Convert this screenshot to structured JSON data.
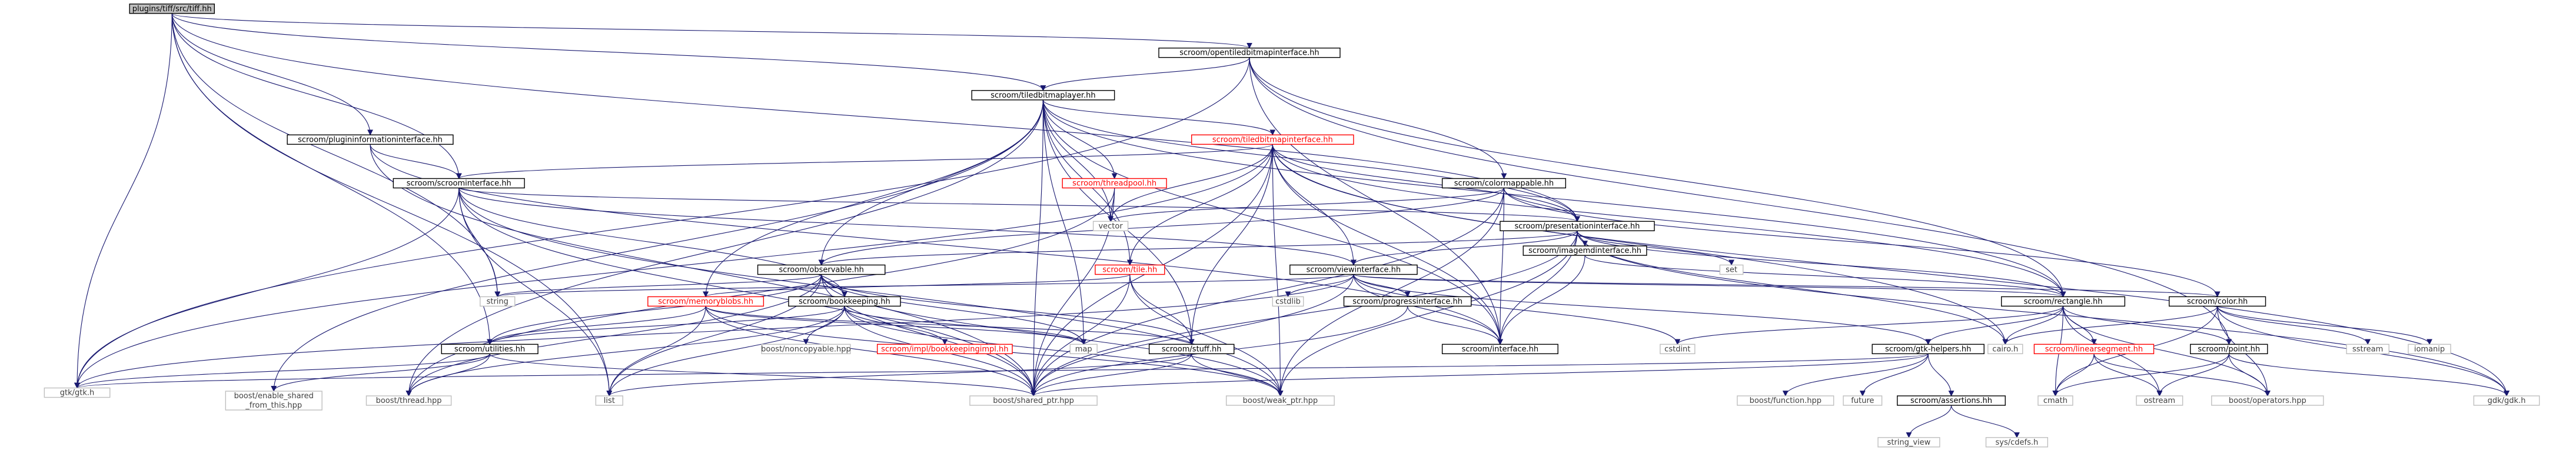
{
  "diagram": {
    "type": "include-dependency-graph",
    "colors": {
      "edge": "#191970",
      "root_fill": "#bfbfbf",
      "documented_border": "#000000",
      "undocumented_border": "#ff0000",
      "system_border": "#bfbfbf",
      "system_text": "#404040",
      "node_fill": "#ffffff"
    },
    "nodes": [
      {
        "id": "n0",
        "label": "plugins/tiff/src/tiff.hh",
        "kind": "root"
      },
      {
        "id": "n1",
        "label": "scroom/opentiledbitmapinterface.hh",
        "kind": "doc"
      },
      {
        "id": "n2",
        "label": "scroom/tiledbitmaplayer.hh",
        "kind": "doc"
      },
      {
        "id": "n3",
        "label": "scroom/plugininformationinterface.hh",
        "kind": "doc"
      },
      {
        "id": "n4",
        "label": "scroom/tiledbitmapinterface.hh",
        "kind": "undoc"
      },
      {
        "id": "n5",
        "label": "scroom/scroominterface.hh",
        "kind": "doc"
      },
      {
        "id": "n6",
        "label": "scroom/threadpool.hh",
        "kind": "undoc"
      },
      {
        "id": "n7",
        "label": "scroom/colormappable.hh",
        "kind": "doc"
      },
      {
        "id": "n8",
        "label": "vector",
        "kind": "sys"
      },
      {
        "id": "n9",
        "label": "scroom/presentationinterface.hh",
        "kind": "doc"
      },
      {
        "id": "n10",
        "label": "scroom/observable.hh",
        "kind": "doc"
      },
      {
        "id": "n11",
        "label": "scroom/tile.hh",
        "kind": "undoc"
      },
      {
        "id": "n12",
        "label": "scroom/viewinterface.hh",
        "kind": "doc"
      },
      {
        "id": "n13",
        "label": "scroom/imagemdinterface.hh",
        "kind": "doc"
      },
      {
        "id": "n14",
        "label": "set",
        "kind": "sys"
      },
      {
        "id": "n15",
        "label": "string",
        "kind": "sys"
      },
      {
        "id": "n16",
        "label": "scroom/memoryblobs.hh",
        "kind": "undoc"
      },
      {
        "id": "n17",
        "label": "scroom/bookkeeping.hh",
        "kind": "doc"
      },
      {
        "id": "n18",
        "label": "cstdlib",
        "kind": "sys"
      },
      {
        "id": "n19",
        "label": "scroom/progressinterface.hh",
        "kind": "doc"
      },
      {
        "id": "n20",
        "label": "scroom/rectangle.hh",
        "kind": "doc"
      },
      {
        "id": "n21",
        "label": "scroom/color.hh",
        "kind": "doc"
      },
      {
        "id": "n22",
        "label": "scroom/utilities.hh",
        "kind": "doc"
      },
      {
        "id": "n23",
        "label": "boost/noncopyable.hpp",
        "kind": "sys"
      },
      {
        "id": "n24",
        "label": "scroom/impl/bookkeepingimpl.hh",
        "kind": "undoc"
      },
      {
        "id": "n25",
        "label": "map",
        "kind": "sys"
      },
      {
        "id": "n26",
        "label": "scroom/stuff.hh",
        "kind": "doc"
      },
      {
        "id": "n27",
        "label": "scroom/interface.hh",
        "kind": "doc"
      },
      {
        "id": "n28",
        "label": "cstdint",
        "kind": "sys"
      },
      {
        "id": "n29",
        "label": "scroom/gtk-helpers.hh",
        "kind": "doc"
      },
      {
        "id": "n30",
        "label": "scroom/linearsegment.hh",
        "kind": "undoc"
      },
      {
        "id": "n31",
        "label": "scroom/point.hh",
        "kind": "doc"
      },
      {
        "id": "n32",
        "label": "cairo.h",
        "kind": "sys"
      },
      {
        "id": "n33",
        "label": "sstream",
        "kind": "sys"
      },
      {
        "id": "n34",
        "label": "iomanip",
        "kind": "sys"
      },
      {
        "id": "n35",
        "label": "gtk/gtk.h",
        "kind": "sys"
      },
      {
        "id": "n36",
        "label": "boost/enable_shared\n_from_this.hpp",
        "kind": "sys"
      },
      {
        "id": "n37",
        "label": "boost/thread.hpp",
        "kind": "sys"
      },
      {
        "id": "n38",
        "label": "list",
        "kind": "sys"
      },
      {
        "id": "n39",
        "label": "boost/shared_ptr.hpp",
        "kind": "sys"
      },
      {
        "id": "n40",
        "label": "boost/weak_ptr.hpp",
        "kind": "sys"
      },
      {
        "id": "n41",
        "label": "boost/function.hpp",
        "kind": "sys"
      },
      {
        "id": "n42",
        "label": "future",
        "kind": "sys"
      },
      {
        "id": "n43",
        "label": "scroom/assertions.hh",
        "kind": "doc"
      },
      {
        "id": "n44",
        "label": "cmath",
        "kind": "sys"
      },
      {
        "id": "n45",
        "label": "ostream",
        "kind": "sys"
      },
      {
        "id": "n46",
        "label": "boost/operators.hpp",
        "kind": "sys"
      },
      {
        "id": "n47",
        "label": "gdk/gdk.h",
        "kind": "sys"
      },
      {
        "id": "n48",
        "label": "string_view",
        "kind": "sys"
      },
      {
        "id": "n49",
        "label": "sys/cdefs.h",
        "kind": "sys"
      }
    ],
    "edges": [
      [
        "n0",
        "n1"
      ],
      [
        "n0",
        "n2"
      ],
      [
        "n0",
        "n3"
      ],
      [
        "n0",
        "n5"
      ],
      [
        "n0",
        "n15"
      ],
      [
        "n0",
        "n22"
      ],
      [
        "n0",
        "n35"
      ],
      [
        "n0",
        "n38"
      ],
      [
        "n0",
        "n9"
      ],
      [
        "n1",
        "n2"
      ],
      [
        "n1",
        "n7"
      ],
      [
        "n1",
        "n20"
      ],
      [
        "n1",
        "n27"
      ],
      [
        "n1",
        "n31"
      ],
      [
        "n1",
        "n35"
      ],
      [
        "n2",
        "n4"
      ],
      [
        "n2",
        "n6"
      ],
      [
        "n2",
        "n8"
      ],
      [
        "n2",
        "n10"
      ],
      [
        "n2",
        "n11"
      ],
      [
        "n2",
        "n16"
      ],
      [
        "n2",
        "n25"
      ],
      [
        "n2",
        "n26"
      ],
      [
        "n2",
        "n27"
      ],
      [
        "n2",
        "n9"
      ],
      [
        "n2",
        "n20"
      ],
      [
        "n2",
        "n36"
      ],
      [
        "n2",
        "n37"
      ],
      [
        "n2",
        "n39"
      ],
      [
        "n3",
        "n5"
      ],
      [
        "n3",
        "n27"
      ],
      [
        "n3",
        "n39"
      ],
      [
        "n4",
        "n5"
      ],
      [
        "n4",
        "n8"
      ],
      [
        "n4",
        "n9"
      ],
      [
        "n4",
        "n11"
      ],
      [
        "n4",
        "n12"
      ],
      [
        "n4",
        "n20"
      ],
      [
        "n4",
        "n26"
      ],
      [
        "n4",
        "n27"
      ],
      [
        "n4",
        "n39"
      ],
      [
        "n4",
        "n40"
      ],
      [
        "n4",
        "n32"
      ],
      [
        "n4",
        "n47"
      ],
      [
        "n4",
        "n35"
      ],
      [
        "n5",
        "n9"
      ],
      [
        "n5",
        "n12"
      ],
      [
        "n5",
        "n15"
      ],
      [
        "n5",
        "n17"
      ],
      [
        "n5",
        "n35"
      ],
      [
        "n5",
        "n38"
      ],
      [
        "n5",
        "n39"
      ],
      [
        "n5",
        "n40"
      ],
      [
        "n6",
        "n8"
      ],
      [
        "n6",
        "n37"
      ],
      [
        "n6",
        "n39"
      ],
      [
        "n7",
        "n8"
      ],
      [
        "n7",
        "n9"
      ],
      [
        "n7",
        "n10"
      ],
      [
        "n7",
        "n21"
      ],
      [
        "n7",
        "n27"
      ],
      [
        "n7",
        "n39"
      ],
      [
        "n7",
        "n40"
      ],
      [
        "n9",
        "n10"
      ],
      [
        "n9",
        "n12"
      ],
      [
        "n9",
        "n13"
      ],
      [
        "n9",
        "n14"
      ],
      [
        "n9",
        "n20"
      ],
      [
        "n9",
        "n27"
      ],
      [
        "n9",
        "n32"
      ],
      [
        "n9",
        "n39"
      ],
      [
        "n9",
        "n40"
      ],
      [
        "n9",
        "n47"
      ],
      [
        "n10",
        "n15"
      ],
      [
        "n10",
        "n17"
      ],
      [
        "n10",
        "n22"
      ],
      [
        "n10",
        "n25"
      ],
      [
        "n10",
        "n26"
      ],
      [
        "n10",
        "n37"
      ],
      [
        "n10",
        "n38"
      ],
      [
        "n10",
        "n39"
      ],
      [
        "n10",
        "n40"
      ],
      [
        "n11",
        "n16"
      ],
      [
        "n11",
        "n26"
      ],
      [
        "n11",
        "n39"
      ],
      [
        "n11",
        "n40"
      ],
      [
        "n12",
        "n15"
      ],
      [
        "n12",
        "n18"
      ],
      [
        "n12",
        "n19"
      ],
      [
        "n12",
        "n20"
      ],
      [
        "n12",
        "n21"
      ],
      [
        "n12",
        "n27"
      ],
      [
        "n12",
        "n28"
      ],
      [
        "n12",
        "n29"
      ],
      [
        "n12",
        "n35"
      ],
      [
        "n12",
        "n39"
      ],
      [
        "n13",
        "n27"
      ],
      [
        "n13",
        "n20"
      ],
      [
        "n16",
        "n22"
      ],
      [
        "n16",
        "n25"
      ],
      [
        "n16",
        "n26"
      ],
      [
        "n16",
        "n38"
      ],
      [
        "n16",
        "n39"
      ],
      [
        "n16",
        "n40"
      ],
      [
        "n17",
        "n22"
      ],
      [
        "n17",
        "n23"
      ],
      [
        "n17",
        "n24"
      ],
      [
        "n17",
        "n25"
      ],
      [
        "n17",
        "n37"
      ],
      [
        "n17",
        "n38"
      ],
      [
        "n17",
        "n39"
      ],
      [
        "n17",
        "n40"
      ],
      [
        "n19",
        "n27"
      ],
      [
        "n19",
        "n39"
      ],
      [
        "n20",
        "n28"
      ],
      [
        "n20",
        "n29"
      ],
      [
        "n20",
        "n30"
      ],
      [
        "n20",
        "n31"
      ],
      [
        "n20",
        "n44"
      ],
      [
        "n20",
        "n45"
      ],
      [
        "n20",
        "n46"
      ],
      [
        "n20",
        "n32"
      ],
      [
        "n21",
        "n32"
      ],
      [
        "n21",
        "n33"
      ],
      [
        "n21",
        "n34"
      ],
      [
        "n21",
        "n44"
      ],
      [
        "n21",
        "n46"
      ],
      [
        "n21",
        "n47"
      ],
      [
        "n22",
        "n35"
      ],
      [
        "n22",
        "n36"
      ],
      [
        "n22",
        "n37"
      ],
      [
        "n22",
        "n39"
      ],
      [
        "n26",
        "n38"
      ],
      [
        "n26",
        "n39"
      ],
      [
        "n26",
        "n40"
      ],
      [
        "n29",
        "n35"
      ],
      [
        "n29",
        "n39"
      ],
      [
        "n29",
        "n41"
      ],
      [
        "n29",
        "n42"
      ],
      [
        "n29",
        "n43"
      ],
      [
        "n30",
        "n44"
      ],
      [
        "n30",
        "n45"
      ],
      [
        "n30",
        "n46"
      ],
      [
        "n31",
        "n44"
      ],
      [
        "n31",
        "n45"
      ],
      [
        "n31",
        "n46"
      ],
      [
        "n31",
        "n47"
      ],
      [
        "n43",
        "n48"
      ],
      [
        "n43",
        "n49"
      ]
    ]
  }
}
